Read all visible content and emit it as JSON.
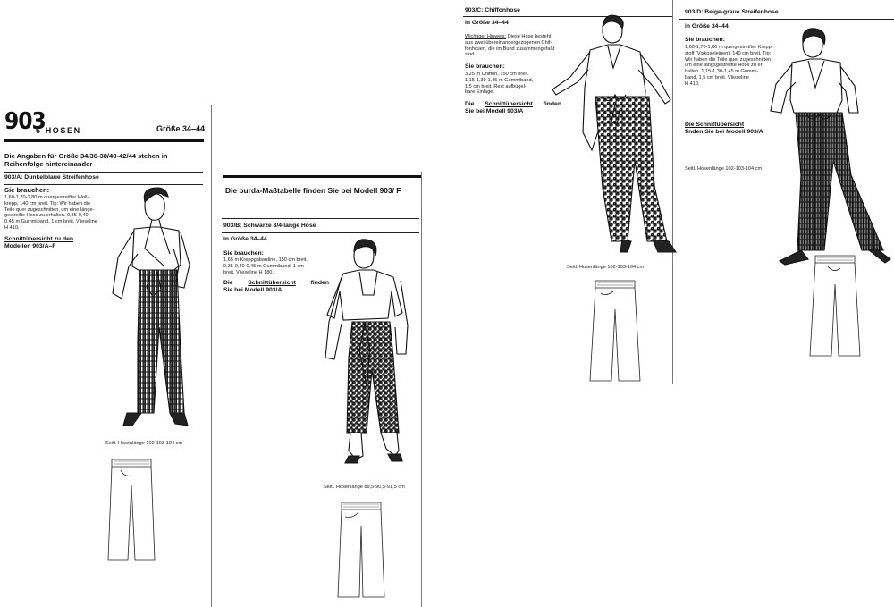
{
  "header": {
    "number": "903",
    "section": "6 HOSEN",
    "size": "Größe 34–44",
    "size_note": "Die Angaben für Größe 34/36-38/40-42/44 stehen in Reihenfolge hintereinander"
  },
  "models": {
    "a": {
      "title": "903/A: Dunkelblaue Streifenhose",
      "needs_label": "Sie brauchen:",
      "needs_line1": "1,60-1,70-1,80 m quergestreifter Woll-",
      "needs_line2": "krepp, 140 cm breit. Tip: Wir haben die",
      "needs_line3": "Teile quer zugeschnitten, um eine länge-",
      "needs_line4": "gestreifte Hose zu erhalten. 0,35-0,40-",
      "needs_line5": "0,45 m Gummiband, 1 cm breit. Vlieseline",
      "needs_line6": "H 410.",
      "overview_line1": "Schnittübersicht zu den",
      "overview_line2": "Modellen 903/A–F",
      "length": "Seitl. Hosenlänge 102-103-104 cm"
    },
    "b": {
      "banner": "Die burda-Maßtabelle finden Sie bei Modell 903/ F",
      "title": "903/B: Schwarze 3/4-lange Hose",
      "size": "in Größe 34–44",
      "needs_label": "Sie brauchen:",
      "needs_line1": "1,65 m Kreppgabardine, 150 cm breit.",
      "needs_line2": "0,35-0,40-0,45 m Gummiband, 1 cm",
      "needs_line3": "breit. Vlieseline H 180.",
      "overview_word1": "Die",
      "overview_word2": "Schnittübersicht",
      "overview_word3": "finden",
      "overview_line2": "Sie bei Modell 903/A",
      "length": "Seitl. Hosenlänge 89,5-90,5-91,5 cm"
    },
    "c": {
      "title": "903/C: Chiffonhose",
      "size": "in Größe 34–44",
      "hint_label": "Wichtiger Hinweis:",
      "hint_line1": "Diese Hose besteht",
      "hint_line2": "aus zwei übereinandergezogenen Chif-",
      "hint_line3": "fonhosen, die im Bund zusammengefaßt",
      "hint_line4": "sind.",
      "needs_label": "Sie brauchen:",
      "needs_line1": "3,25 m Chiffon, 150 cm breit.",
      "needs_line2": "1,15-1,30-1,45 m Gummiband,",
      "needs_line3": "1,5 cm breit. Rest aufbügel-",
      "needs_line4": "bare Einlage.",
      "overview_word1": "Die",
      "overview_word2": "Schnittübersicht",
      "overview_word3": "finden",
      "overview_line2": "Sie bei Modell 903/A",
      "length": "Seitl. Hosenlänge 102-103-104 cm"
    },
    "d": {
      "title": "903/D: Beige-graue Streifenhose",
      "size": "in Größe 34–44",
      "needs_label": "Sie brauchen:",
      "needs_line1": "1,60-1,70-1,80 m quergestreifter Krepp-",
      "needs_line2": "stoff (Viskoseleinen), 140 cm breit. Tip:",
      "needs_line3": "Wir haben die Teile quer zugeschnitten,",
      "needs_line4": "um eine längsgestreifte Hose zu er-",
      "needs_line5": "halten. 1,15-1,30-1,45 m Gummi-",
      "needs_line6": "band, 1,5 cm breit. Vlieseline",
      "needs_line7": "H 410.",
      "overview_line1": "Die Schnittübersicht",
      "overview_line2": "finden Sie bei Modell 903/A",
      "length": "Seitl. Hosenlänge 102-103-104 cm"
    }
  }
}
